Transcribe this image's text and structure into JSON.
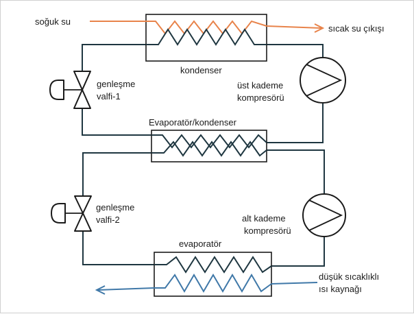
{
  "labels": {
    "cold_water_in": "soğuk su",
    "hot_water_out": "sıcak su çıkışı",
    "condenser": "kondenser",
    "high_stage_compressor_line1": "üst kademe",
    "high_stage_compressor_line2": "kompresörü",
    "expansion_valve_1_line1": "genleşme",
    "expansion_valve_1_line2": "valfi-1",
    "cascade_hx": "Evaporatör/kondenser",
    "expansion_valve_2_line1": "genleşme",
    "expansion_valve_2_line2": "valfi-2",
    "low_stage_compressor_line1": "alt kademe",
    "low_stage_compressor_line2": "kompresörü",
    "evaporator": "evaporatör",
    "heat_source_line1": "düşük sıcaklıklı",
    "heat_source_line2": "ısı kaynağı"
  },
  "colors": {
    "refrigerant_line": "#1e3640",
    "hot_water": "#e8834a",
    "heat_source": "#3f78a8"
  }
}
